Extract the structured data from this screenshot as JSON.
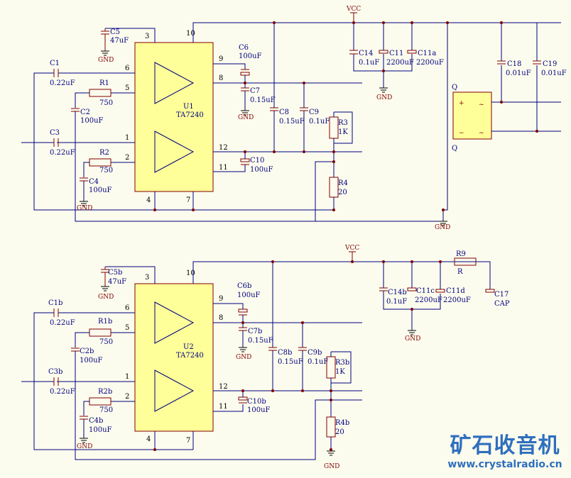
{
  "upper": {
    "vcc": "VCC",
    "chip": {
      "ref": "U1",
      "part": "TA7240"
    },
    "pins": {
      "p3": "3",
      "p10": "10",
      "p6": "6",
      "p5": "5",
      "p1": "1",
      "p2": "2",
      "p9": "9",
      "p8": "8",
      "p12": "12",
      "p11": "11",
      "p4": "4",
      "p7": "7"
    },
    "C5": {
      "ref": "C5",
      "val": "47uF"
    },
    "C1": {
      "ref": "C1",
      "val": "0.22uF"
    },
    "R1": {
      "ref": "R1",
      "val": "750"
    },
    "C2": {
      "ref": "C2",
      "val": "100uF"
    },
    "C3": {
      "ref": "C3",
      "val": "0.22uF"
    },
    "R2": {
      "ref": "R2",
      "val": "750"
    },
    "C4": {
      "ref": "C4",
      "val": "100uF"
    },
    "C6": {
      "ref": "C6",
      "val": "100uF"
    },
    "C7": {
      "ref": "C7",
      "val": "0.15uF"
    },
    "C8": {
      "ref": "C8",
      "val": "0.15uF"
    },
    "C9": {
      "ref": "C9",
      "val": "0.1uF"
    },
    "R3": {
      "ref": "R3",
      "val": "1K"
    },
    "R4": {
      "ref": "R4",
      "val": "20"
    },
    "C10": {
      "ref": "C10",
      "val": "100uF"
    },
    "C14": {
      "ref": "C14",
      "val": "0.1uF"
    },
    "C11": {
      "ref": "C11",
      "val": "2200uF"
    },
    "C11a": {
      "ref": "C11a",
      "val": "2200uF"
    },
    "C18": {
      "ref": "C18",
      "val": "0.01uF"
    },
    "C19": {
      "ref": "C19",
      "val": "0.01uF"
    },
    "Q_top": "Q",
    "Q_bot": "Q",
    "gnd": "GND"
  },
  "lower": {
    "vcc": "VCC",
    "chip": {
      "ref": "U2",
      "part": "TA7240"
    },
    "pins": {
      "p3": "3",
      "p10": "10",
      "p6": "6",
      "p5": "5",
      "p1": "1",
      "p2": "2",
      "p9": "9",
      "p8": "8",
      "p12": "12",
      "p11": "11",
      "p4": "4",
      "p7": "7"
    },
    "C5b": {
      "ref": "C5b",
      "val": "47uF"
    },
    "C1b": {
      "ref": "C1b",
      "val": "0.22uF"
    },
    "R1b": {
      "ref": "R1b",
      "val": "750"
    },
    "C2b": {
      "ref": "C2b",
      "val": "100uF"
    },
    "C3b": {
      "ref": "C3b",
      "val": "0.22uF"
    },
    "R2b": {
      "ref": "R2b",
      "val": "750"
    },
    "C4b": {
      "ref": "C4b",
      "val": "100uF"
    },
    "C6b": {
      "ref": "C6b",
      "val": "100uF"
    },
    "C7b": {
      "ref": "C7b",
      "val": "0.15uF"
    },
    "C8b": {
      "ref": "C8b",
      "val": "0.15uF"
    },
    "C9b": {
      "ref": "C9b",
      "val": "0.1uF"
    },
    "R3b": {
      "ref": "R3b",
      "val": "1K"
    },
    "R4b": {
      "ref": "R4b",
      "val": "20"
    },
    "C10b": {
      "ref": "C10b",
      "val": "100uF"
    },
    "C14b": {
      "ref": "C14b",
      "val": "0.1uF"
    },
    "C11c": {
      "ref": "C11c",
      "val": "2200uF"
    },
    "C11d": {
      "ref": "C11d",
      "val": "2200uF"
    },
    "R9": {
      "ref": "R9",
      "val": "R"
    },
    "C17": {
      "ref": "C17",
      "val": "CAP"
    },
    "gnd": "GND"
  },
  "watermark": {
    "brand": "矿石收音机",
    "url": "www.crystalradio.cn",
    "color": "#2f6fbe"
  },
  "colors": {
    "wire": "#000080",
    "component": "#800000",
    "ic_fill": "#ffff99",
    "background": "#fcfcee"
  }
}
